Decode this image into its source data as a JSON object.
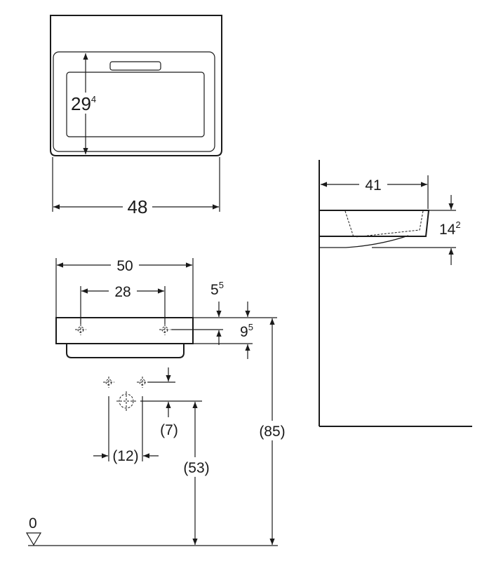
{
  "top_view": {
    "depth_main": "29",
    "depth_sup": "4",
    "width": "48"
  },
  "front_view": {
    "width": "50",
    "tap_spacing": "28",
    "tap_offset_main": "5",
    "tap_offset_sup": "5",
    "height_main": "9",
    "height_sup": "5",
    "waste_offset": "(7)",
    "waste_spacing": "(12)",
    "waste_height": "(53)",
    "rim_height": "(85)",
    "floor_label": "0"
  },
  "side_view": {
    "projection": "41",
    "thickness_main": "14",
    "thickness_sup": "2"
  }
}
